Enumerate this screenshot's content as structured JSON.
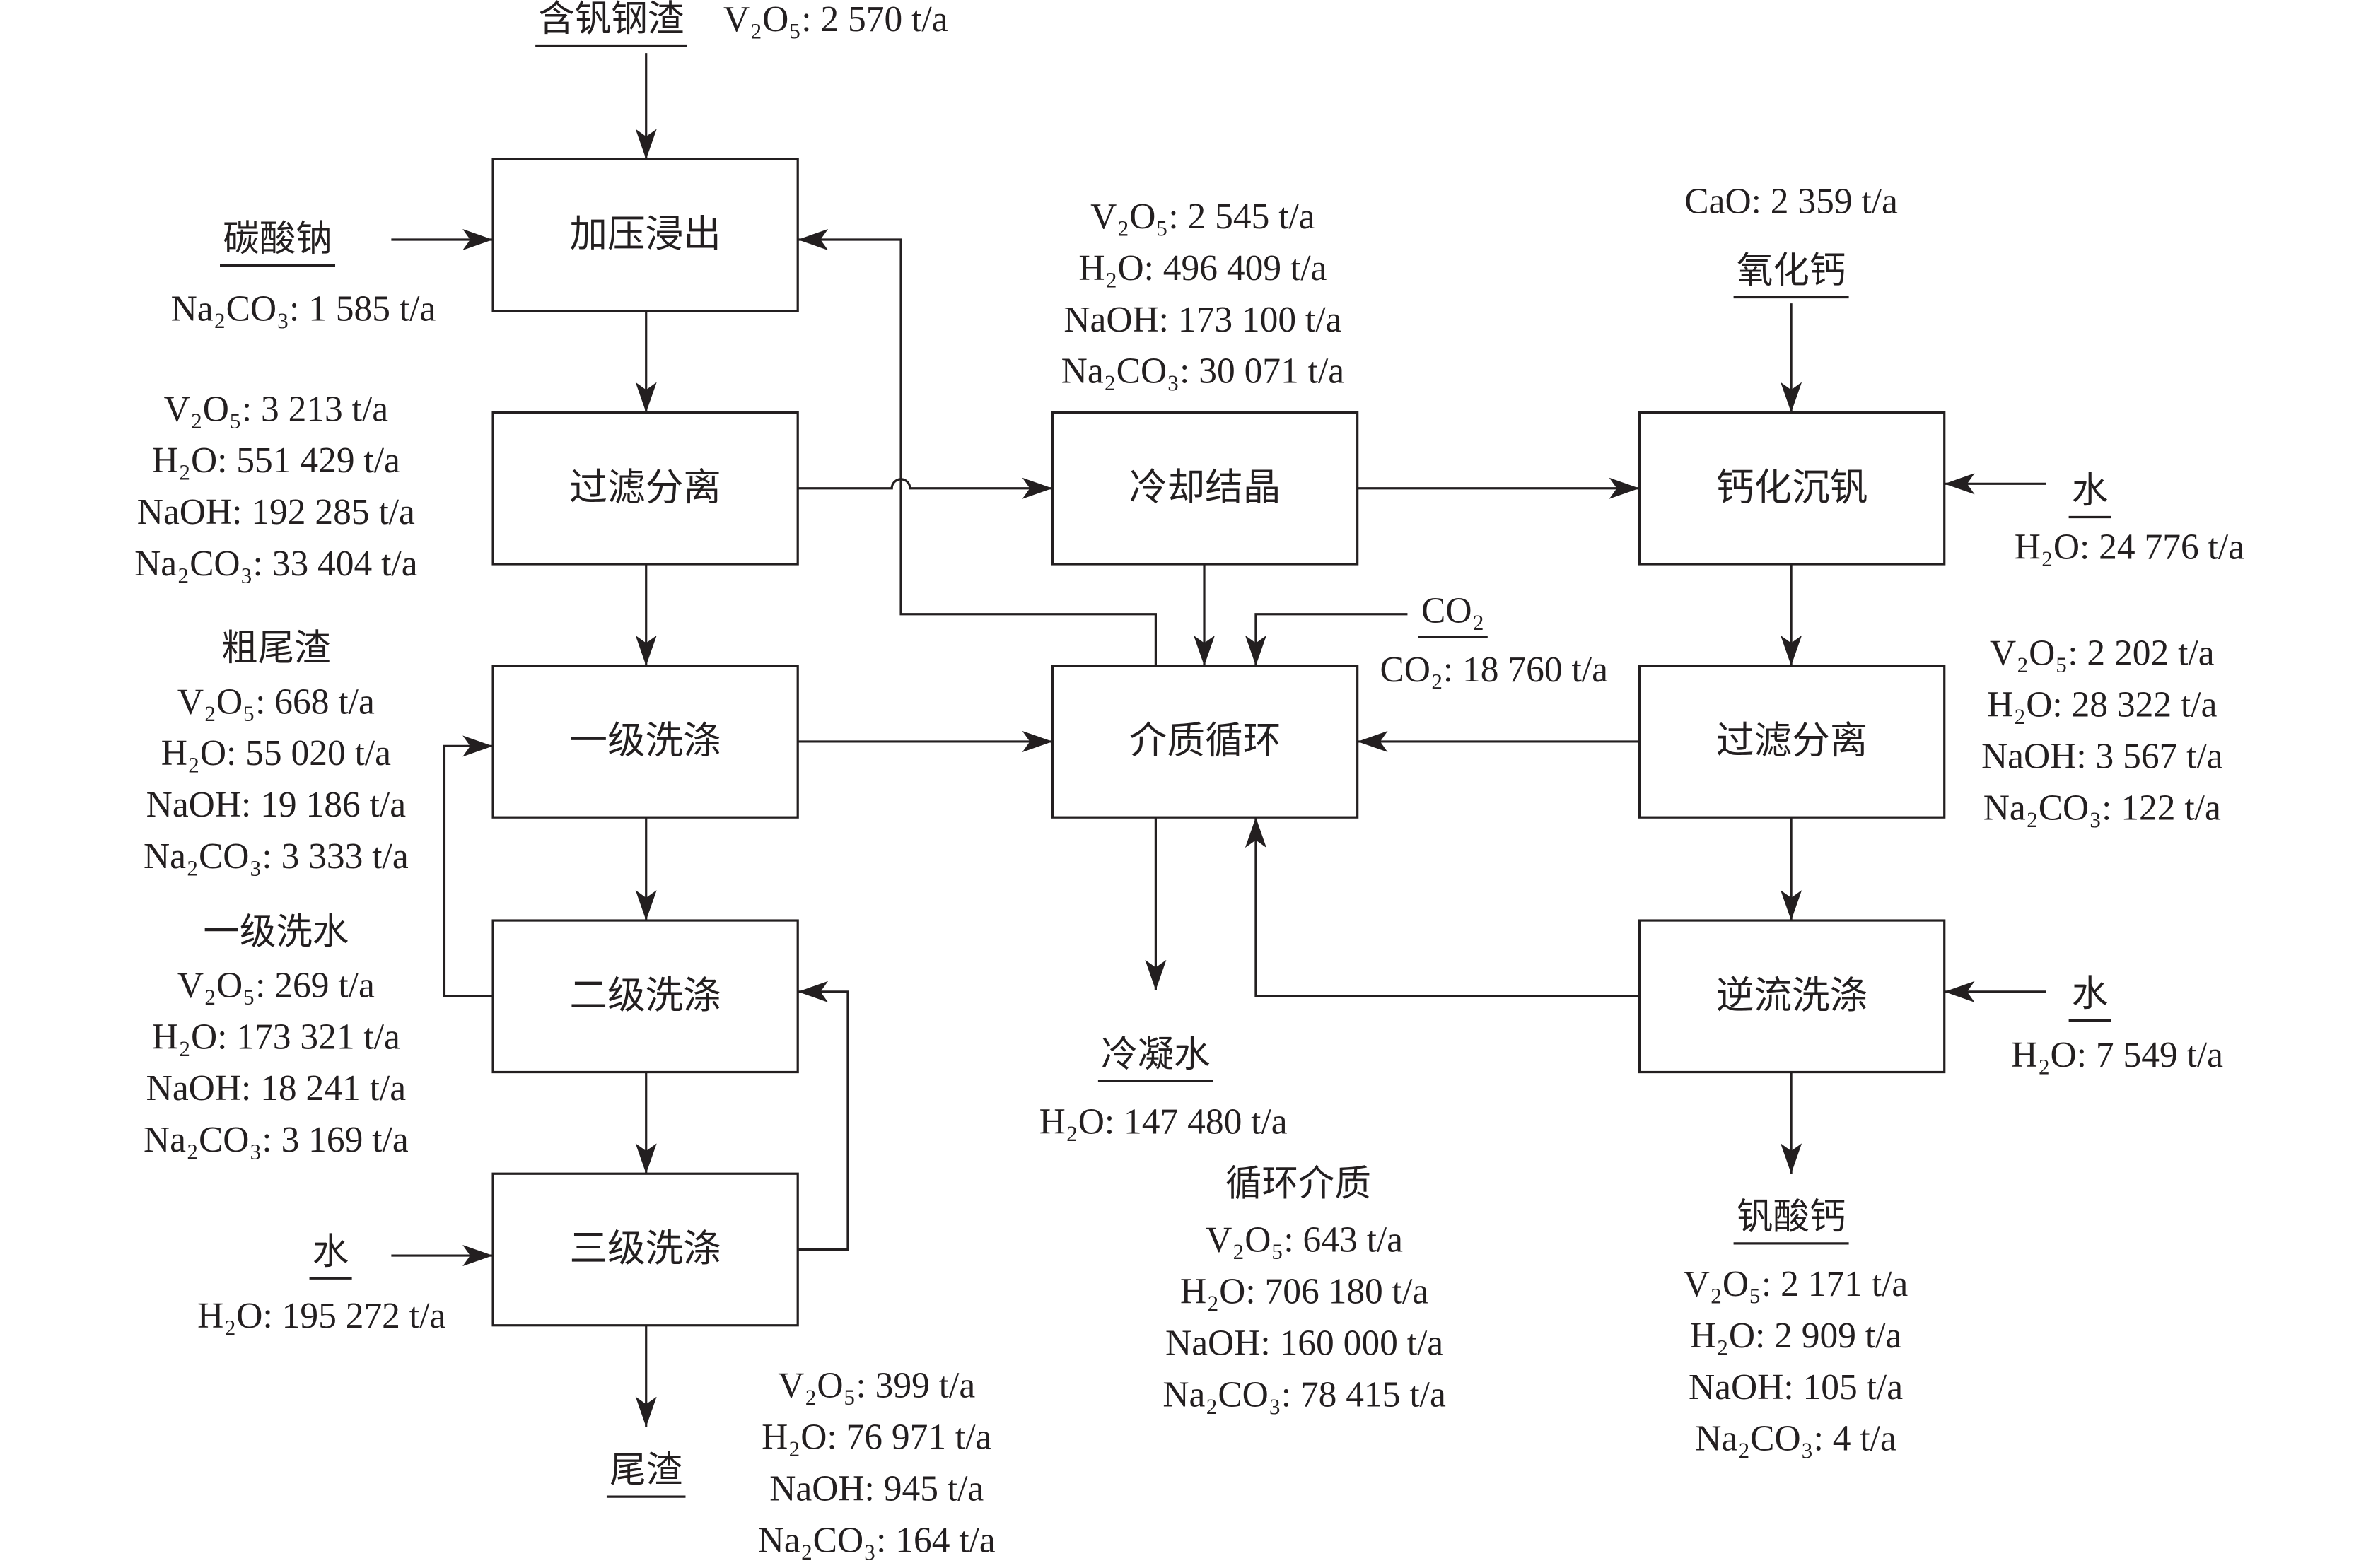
{
  "diagram": {
    "colors": {
      "line": "#231f20",
      "background": "#ffffff"
    },
    "units": "t/a",
    "processes": {
      "leach": "加压浸出",
      "filter1": "过滤分离",
      "wash1": "一级洗涤",
      "wash2": "二级洗涤",
      "wash3": "三级洗涤",
      "cool": "冷却结晶",
      "medium": "介质循环",
      "calcify": "钙化沉钒",
      "filter2": "过滤分离",
      "counter": "逆流洗涤"
    },
    "streams": {
      "slag_feed": {
        "title": "含钒钢渣",
        "lines": [
          "V₂O₅: 2 570 t/a"
        ]
      },
      "soda": {
        "title": "碳酸钠",
        "lines": [
          "Na₂CO₃: 1 585 t/a"
        ]
      },
      "leach_liquor": {
        "title": "",
        "lines": [
          "V₂O₅: 3 213 t/a",
          "H₂O: 551 429 t/a",
          "NaOH: 192 285 t/a",
          "Na₂CO₃: 33 404 t/a"
        ]
      },
      "coarse_tail": {
        "title": "粗尾渣",
        "lines": [
          "V₂O₅: 668 t/a",
          "H₂O: 55 020 t/a",
          "NaOH: 19 186 t/a",
          "Na₂CO₃: 3 333 t/a"
        ]
      },
      "wash_water1": {
        "title": "一级洗水",
        "lines": [
          "V₂O₅: 269 t/a",
          "H₂O: 173 321 t/a",
          "NaOH: 18 241 t/a",
          "Na₂CO₃: 3 169 t/a"
        ]
      },
      "water_wash3": {
        "title": "水",
        "lines": [
          "H₂O: 195 272 t/a"
        ]
      },
      "tailings": {
        "title": "尾渣",
        "lines": [
          "V₂O₅: 399 t/a",
          "H₂O: 76 971 t/a",
          "NaOH: 945 t/a",
          "Na₂CO₃: 164 t/a"
        ]
      },
      "cool_out": {
        "title": "",
        "lines": [
          "V₂O₅: 2 545 t/a",
          "H₂O: 496 409 t/a",
          "NaOH: 173 100 t/a",
          "Na₂CO₃: 30 071 t/a"
        ]
      },
      "co2": {
        "title": "CO₂",
        "lines": [
          "CO₂: 18 760 t/a"
        ]
      },
      "condensate": {
        "title": "冷凝水",
        "lines": [
          "H₂O: 147 480 t/a"
        ]
      },
      "recycle_medium": {
        "title": "循环介质",
        "lines": [
          "V₂O₅: 643 t/a",
          "H₂O: 706 180 t/a",
          "NaOH: 160 000 t/a",
          "Na₂CO₃: 78 415 t/a"
        ]
      },
      "lime": {
        "title": "氧化钙",
        "lines": [
          "CaO: 2 359 t/a"
        ]
      },
      "water_calc": {
        "title": "水",
        "lines": [
          "H₂O: 24 776 t/a"
        ]
      },
      "filtrate2": {
        "title": "",
        "lines": [
          "V₂O₅: 2 202 t/a",
          "H₂O: 28 322 t/a",
          "NaOH: 3 567 t/a",
          "Na₂CO₃: 122 t/a"
        ]
      },
      "water_counter": {
        "title": "水",
        "lines": [
          "H₂O: 7 549 t/a"
        ]
      },
      "calcium_vanadate": {
        "title": "钒酸钙",
        "lines": [
          "V₂O₅: 2 171 t/a",
          "H₂O: 2 909 t/a",
          "NaOH: 105 t/a",
          "Na₂CO₃: 4 t/a"
        ]
      }
    }
  }
}
